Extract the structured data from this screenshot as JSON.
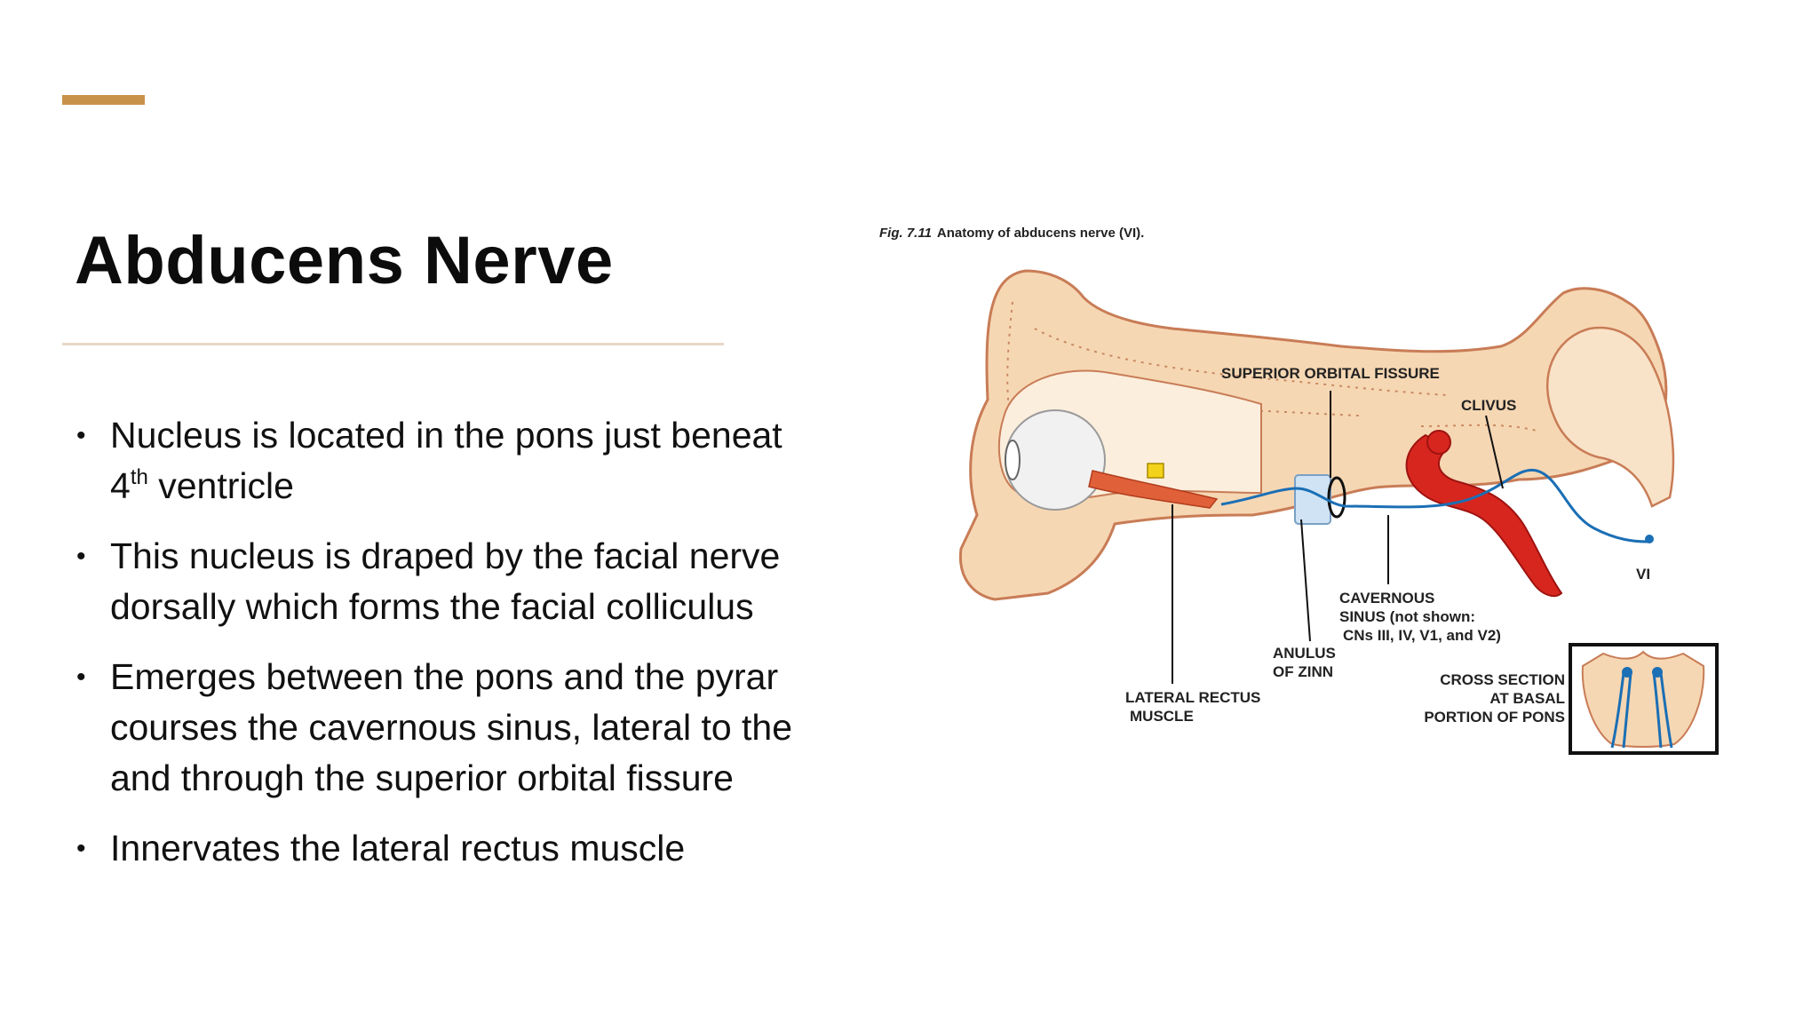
{
  "slide": {
    "title": "Abducens Nerve",
    "bullets": [
      {
        "lines": [
          "Nucleus is located in the pons just beneat"
        ],
        "tail": {
          "pre": "4",
          "sup": "th",
          "post": " ventricle"
        }
      },
      {
        "lines": [
          "This nucleus is draped by the facial nerve",
          "dorsally which forms the facial colliculus"
        ]
      },
      {
        "lines": [
          "Emerges between the pons and the pyrar",
          "courses the cavernous sinus, lateral to the",
          "and through the superior orbital fissure"
        ]
      },
      {
        "lines": [
          "Innervates the lateral rectus muscle"
        ]
      }
    ]
  },
  "figure": {
    "caption_number": "Fig. 7.11",
    "caption_text": "Anatomy of abducens nerve (VI).",
    "labels": {
      "superior_orbital_fissure": "SUPERIOR ORBITAL FISSURE",
      "clivus": "CLIVUS",
      "vi": "VI",
      "cavernous_sinus": [
        "CAVERNOUS",
        "SINUS (not shown:",
        "CNs III, IV, V1, and V2)"
      ],
      "anulus_of_zinn": [
        "ANULUS",
        "OF ZINN"
      ],
      "lateral_rectus_muscle": [
        "LATERAL RECTUS",
        "MUSCLE"
      ],
      "cross_section": [
        "CROSS SECTION",
        "AT BASAL",
        "PORTION OF PONS"
      ]
    },
    "colors": {
      "bone": "#f6d7b3",
      "bone_outline": "#c87c56",
      "artery": "#d7261e",
      "nerve": "#1b6fb5",
      "muscle": "#e0603a",
      "accent": "#c9924a"
    }
  }
}
